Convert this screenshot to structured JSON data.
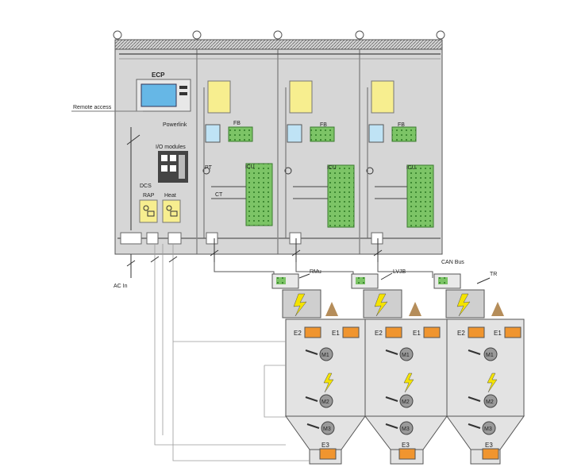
{
  "labels": {
    "ecp": "ECP",
    "remote_access": "Remote access",
    "powerlink": "Powerlink",
    "io_modules": "I/O modules",
    "dcs": "DCS",
    "rap": "RAP",
    "heat": "Heat",
    "pt": "PT",
    "ct": "CT",
    "ac_in": "AC In",
    "can_bus": "CAN Bus",
    "rmu": "RMu",
    "lvjb": "LVJB",
    "tr": "TR",
    "fb": "FB",
    "icu": "iCU",
    "e1": "E1",
    "e2": "E2",
    "e3": "E3",
    "m1": "M1",
    "m2": "M2",
    "m3": "M3"
  },
  "colors": {
    "cabinet": "#d9d9d9",
    "relay_yellow": "#f7ee8f",
    "module_blue": "#bfe3f5",
    "board_green": "#6fbf5a",
    "heater_orange": "#f0952f",
    "bolt_yellow": "#f4e300",
    "hopper": "#e6e6e6"
  }
}
